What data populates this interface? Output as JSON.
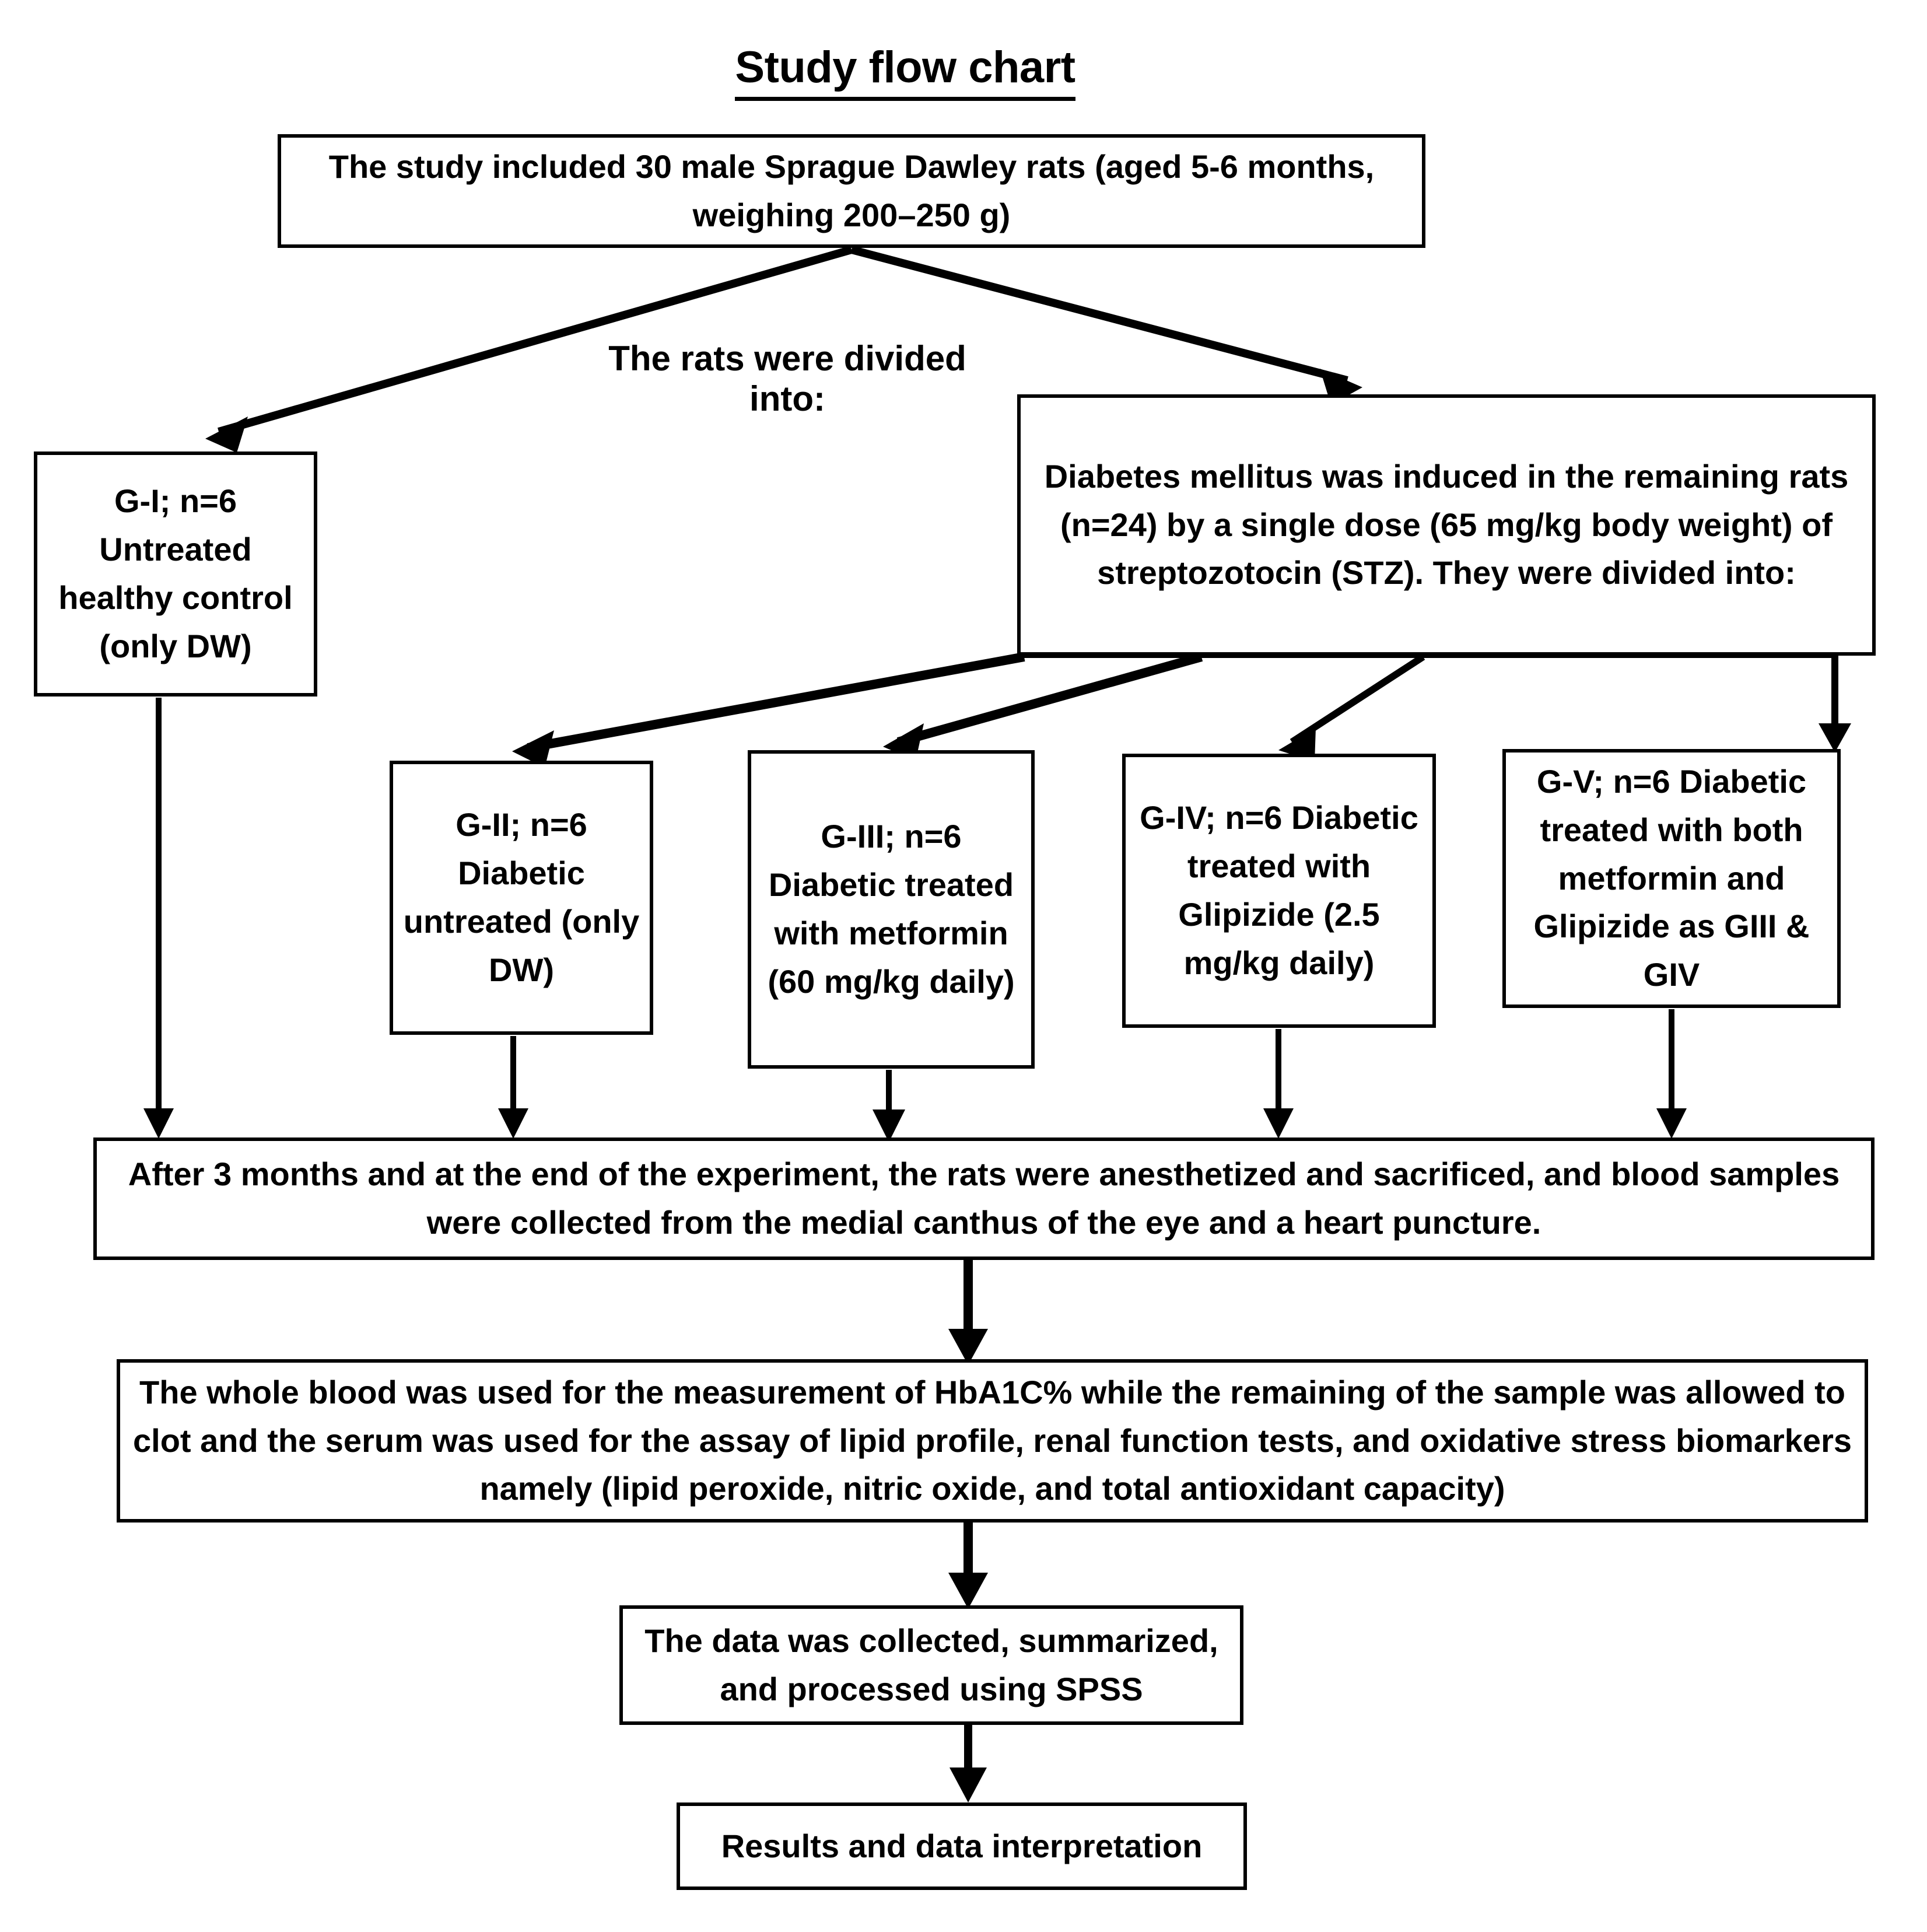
{
  "chart_data": {
    "type": "diagram",
    "title": "Study flow chart",
    "nodes": [
      {
        "id": "top",
        "text": "The study included 30 male Sprague Dawley rats (aged 5-6 months, weighing 200–250 g)"
      },
      {
        "id": "diabetes",
        "text": "Diabetes mellitus was induced in the remaining rats (n=24) by a single dose (65 mg/kg body weight) of streptozotocin (STZ). They were divided into:"
      },
      {
        "id": "g1",
        "text": "G-I; n=6 Untreated healthy control (only DW)"
      },
      {
        "id": "g2",
        "text": "G-II; n=6 Diabetic untreated (only DW)"
      },
      {
        "id": "g3",
        "text": "G-III; n=6 Diabetic treated with metformin (60 mg/kg daily)"
      },
      {
        "id": "g4",
        "text": "G-IV; n=6 Diabetic treated with Glipizide (2.5 mg/kg daily)"
      },
      {
        "id": "g5",
        "text": "G-V; n=6 Diabetic treated with both metformin and Glipizide as GIII & GIV"
      },
      {
        "id": "after3",
        "text": "After 3 months and at the end of the experiment, the rats were anesthetized and sacrificed, and blood samples were collected from the medial canthus of the eye and a heart puncture."
      },
      {
        "id": "blood",
        "text": "The whole blood was used for the measurement of HbA1C% while the remaining of the sample was allowed to clot and the serum was used for the assay of lipid profile, renal function tests, and oxidative stress biomarkers namely (lipid peroxide, nitric oxide, and total antioxidant capacity)"
      },
      {
        "id": "spss",
        "text": "The data was collected, summarized, and processed using SPSS"
      },
      {
        "id": "results",
        "text": "Results and data interpretation"
      }
    ],
    "free_labels": [
      {
        "id": "divided",
        "text": "The rats were divided into:"
      }
    ],
    "edges": [
      {
        "from": "top",
        "to": "g1"
      },
      {
        "from": "top",
        "to": "diabetes"
      },
      {
        "from": "diabetes",
        "to": "g2"
      },
      {
        "from": "diabetes",
        "to": "g3"
      },
      {
        "from": "diabetes",
        "to": "g4"
      },
      {
        "from": "diabetes",
        "to": "g5"
      },
      {
        "from": "g1",
        "to": "after3"
      },
      {
        "from": "g2",
        "to": "after3"
      },
      {
        "from": "g3",
        "to": "after3"
      },
      {
        "from": "g4",
        "to": "after3"
      },
      {
        "from": "g5",
        "to": "after3"
      },
      {
        "from": "after3",
        "to": "blood"
      },
      {
        "from": "blood",
        "to": "spss"
      },
      {
        "from": "spss",
        "to": "results"
      }
    ],
    "colors": {
      "stroke": "#000000",
      "fill": "#ffffff",
      "text": "#000000"
    }
  },
  "title": "Study flow chart",
  "nodes": {
    "top": "The study included 30 male Sprague Dawley rats (aged 5-6 months, weighing 200–250 g)",
    "diabetes": "Diabetes mellitus was induced in the remaining rats (n=24) by a single dose (65 mg/kg body weight) of streptozotocin (STZ). They were divided into:",
    "g1": "G-I; n=6 Untreated healthy control (only DW)",
    "g2": "G-II; n=6 Diabetic untreated (only DW)",
    "g3": "G-III; n=6 Diabetic treated with metformin (60 mg/kg daily)",
    "g4": "G-IV; n=6 Diabetic treated with Glipizide (2.5 mg/kg daily)",
    "g5": "G-V; n=6 Diabetic treated with both metformin and Glipizide as GIII & GIV",
    "after3": "After 3 months and at the end of the experiment, the rats were anesthetized and sacrificed, and blood samples were collected from the medial canthus of the eye and a heart puncture.",
    "blood": "The whole blood was used for the measurement of HbA1C% while the remaining of the sample was allowed to clot and the serum was used for the assay of lipid profile, renal function tests, and oxidative stress biomarkers namely (lipid peroxide, nitric oxide, and total antioxidant capacity)",
    "spss": "The data was collected, summarized, and processed using SPSS",
    "results": "Results and data interpretation"
  },
  "labels": {
    "divided": "The rats were divided into:"
  }
}
